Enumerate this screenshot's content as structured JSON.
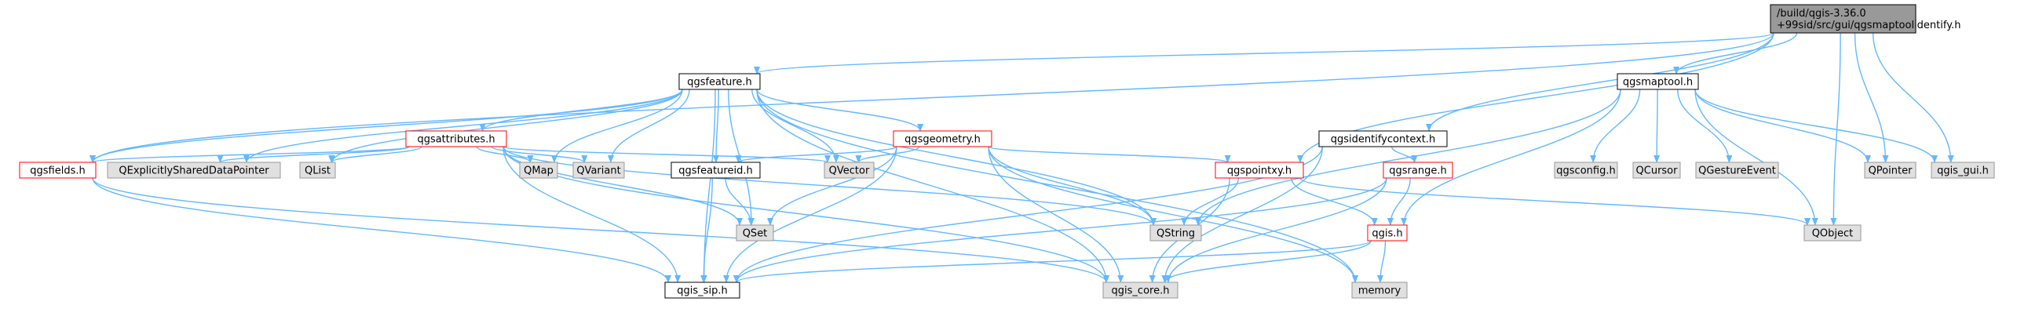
{
  "colors": {
    "edge": "#63b8ff",
    "root_fill": "#999999",
    "normal_fill": "#ffffff",
    "normal_border": "#000000",
    "red_border": "#ff0000",
    "gray_fill": "#e0e0e0",
    "gray_border": "#999999"
  },
  "nodes": {
    "root": {
      "lines": [
        "/build/qgis-3.36.0",
        "+99sid/src/gui/qgsmaptoolidentify.h"
      ],
      "style": "root"
    },
    "qgsfeature": {
      "lines": [
        "qgsfeature.h"
      ],
      "style": "normal"
    },
    "qgsmaptool": {
      "lines": [
        "qgsmaptool.h"
      ],
      "style": "normal"
    },
    "qgsattributes": {
      "lines": [
        "qgsattributes.h"
      ],
      "style": "red"
    },
    "qgsgeometry": {
      "lines": [
        "qgsgeometry.h"
      ],
      "style": "red"
    },
    "qgsidentifycontext": {
      "lines": [
        "qgsidentifycontext.h"
      ],
      "style": "normal"
    },
    "qgsfields": {
      "lines": [
        "qgsfields.h"
      ],
      "style": "red"
    },
    "qexplicit": {
      "lines": [
        "QExplicitlySharedDataPointer"
      ],
      "style": "gray"
    },
    "qlist": {
      "lines": [
        "QList"
      ],
      "style": "gray"
    },
    "qmap": {
      "lines": [
        "QMap"
      ],
      "style": "gray"
    },
    "qvariant": {
      "lines": [
        "QVariant"
      ],
      "style": "gray"
    },
    "qvector": {
      "lines": [
        "QVector"
      ],
      "style": "gray"
    },
    "qgsfeatureid": {
      "lines": [
        "qgsfeatureid.h"
      ],
      "style": "normal"
    },
    "qgspointxy": {
      "lines": [
        "qgspointxy.h"
      ],
      "style": "red"
    },
    "qgsrange": {
      "lines": [
        "qgsrange.h"
      ],
      "style": "red"
    },
    "qgsconfig": {
      "lines": [
        "qgsconfig.h"
      ],
      "style": "gray"
    },
    "qcursor": {
      "lines": [
        "QCursor"
      ],
      "style": "gray"
    },
    "qgestureevent": {
      "lines": [
        "QGestureEvent"
      ],
      "style": "gray"
    },
    "qpointer": {
      "lines": [
        "QPointer"
      ],
      "style": "gray"
    },
    "qgisgui": {
      "lines": [
        "qgis_gui.h"
      ],
      "style": "gray"
    },
    "qset": {
      "lines": [
        "QSet"
      ],
      "style": "gray"
    },
    "qstring": {
      "lines": [
        "QString"
      ],
      "style": "gray"
    },
    "qgis": {
      "lines": [
        "qgis.h"
      ],
      "style": "red"
    },
    "qobject": {
      "lines": [
        "QObject"
      ],
      "style": "gray"
    },
    "qgissip": {
      "lines": [
        "qgis_sip.h"
      ],
      "style": "normal"
    },
    "qgiscore": {
      "lines": [
        "qgis_core.h"
      ],
      "style": "gray"
    },
    "memory": {
      "lines": [
        "memory"
      ],
      "style": "gray"
    }
  },
  "edges": [
    [
      "root",
      "qgsfeature"
    ],
    [
      "root",
      "qgsmaptool"
    ],
    [
      "root",
      "qgsidentifycontext"
    ],
    [
      "root",
      "qgspointxy"
    ],
    [
      "root",
      "qgsfields"
    ],
    [
      "root",
      "qpointer"
    ],
    [
      "root",
      "qgisgui"
    ],
    [
      "root",
      "qobject"
    ],
    [
      "qgsfeature",
      "qgsattributes"
    ],
    [
      "qgsfeature",
      "qgsgeometry"
    ],
    [
      "qgsfeature",
      "qgsfields"
    ],
    [
      "qgsfeature",
      "qexplicit"
    ],
    [
      "qgsfeature",
      "qlist"
    ],
    [
      "qgsfeature",
      "qmap"
    ],
    [
      "qgsfeature",
      "qvariant"
    ],
    [
      "qgsfeature",
      "qvector"
    ],
    [
      "qgsfeature",
      "qgsfeatureid"
    ],
    [
      "qgsfeature",
      "qset"
    ],
    [
      "qgsfeature",
      "qstring"
    ],
    [
      "qgsfeature",
      "qgiscore"
    ],
    [
      "qgsfeature",
      "qgissip"
    ],
    [
      "qgsfeature",
      "memory"
    ],
    [
      "qgsattributes",
      "qgsfields"
    ],
    [
      "qgsattributes",
      "qexplicit"
    ],
    [
      "qgsattributes",
      "qlist"
    ],
    [
      "qgsattributes",
      "qmap"
    ],
    [
      "qgsattributes",
      "qvariant"
    ],
    [
      "qgsattributes",
      "qvector"
    ],
    [
      "qgsattributes",
      "qset"
    ],
    [
      "qgsattributes",
      "qstring"
    ],
    [
      "qgsattributes",
      "qgiscore"
    ],
    [
      "qgsattributes",
      "qgissip"
    ],
    [
      "qgsgeometry",
      "qgsfeatureid"
    ],
    [
      "qgsgeometry",
      "qvector"
    ],
    [
      "qgsgeometry",
      "qgspointxy"
    ],
    [
      "qgsgeometry",
      "qset"
    ],
    [
      "qgsgeometry",
      "qstring"
    ],
    [
      "qgsgeometry",
      "qgiscore"
    ],
    [
      "qgsgeometry",
      "qgissip"
    ],
    [
      "qgsgeometry",
      "memory"
    ],
    [
      "qgsfields",
      "qgissip"
    ],
    [
      "qgsfields",
      "qgiscore"
    ],
    [
      "qgsfeatureid",
      "qset"
    ],
    [
      "qgsfeatureid",
      "qgissip"
    ],
    [
      "qgspointxy",
      "qgis"
    ],
    [
      "qgspointxy",
      "qstring"
    ],
    [
      "qgspointxy",
      "qobject"
    ],
    [
      "qgspointxy",
      "qgiscore"
    ],
    [
      "qgsmaptool",
      "qgsconfig"
    ],
    [
      "qgsmaptool",
      "qcursor"
    ],
    [
      "qgsmaptool",
      "qgestureevent"
    ],
    [
      "qgsmaptool",
      "qpointer"
    ],
    [
      "qgsmaptool",
      "qgisgui"
    ],
    [
      "qgsmaptool",
      "qobject"
    ],
    [
      "qgsmaptool",
      "qgis"
    ],
    [
      "qgsmaptool",
      "qstring"
    ],
    [
      "qgsidentifycontext",
      "qgsrange"
    ],
    [
      "qgsidentifycontext",
      "qgissip"
    ],
    [
      "qgsidentifycontext",
      "qgiscore"
    ],
    [
      "qgsrange",
      "qgis"
    ],
    [
      "qgsrange",
      "qgiscore"
    ],
    [
      "qgsrange",
      "qgissip"
    ],
    [
      "qgis",
      "qgissip"
    ],
    [
      "qgis",
      "qgiscore"
    ],
    [
      "qgis",
      "memory"
    ]
  ]
}
